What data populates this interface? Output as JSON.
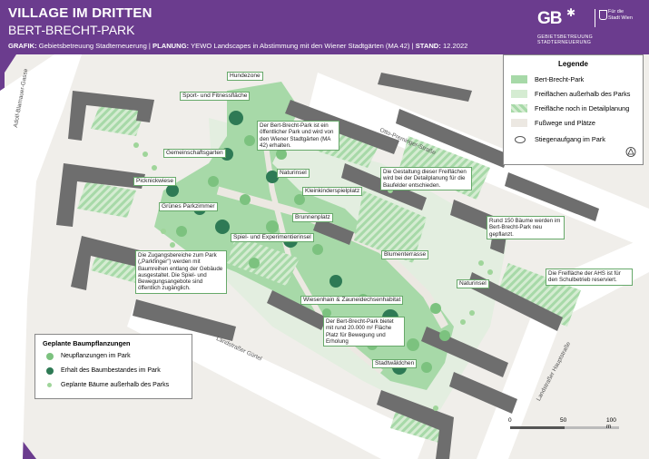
{
  "header": {
    "title": "VILLAGE IM DRITTEN",
    "subtitle": "BERT-BRECHT-PARK",
    "credits": {
      "grafik_label": "GRAFIK:",
      "grafik_value": "Gebietsbetreuung Stadterneuerung | ",
      "planung_label": "PLANUNG:",
      "planung_value": "YEWO Landscapes in Abstimmung mit den Wiener Stadtgärten (MA 42) | ",
      "stand_label": "STAND:",
      "stand_value": "12.2022"
    },
    "logo_line1": "GEBIETSBETREUUNG",
    "logo_line2": "STADTERNEUERUNG",
    "wien_line1": "Für die",
    "wien_line2": "Stadt Wien"
  },
  "colors": {
    "purple": "#6b3c8e",
    "park_green": "#a7d9a8",
    "open_space": "#d5ecd2",
    "path_gray": "#ece8e2",
    "building": "#6e6e6e",
    "tree_new": "#7cc27f",
    "tree_existing": "#2e7a55",
    "tree_outside": "#9fd59a"
  },
  "legend": {
    "title": "Legende",
    "items": [
      {
        "label": "Bert-Brecht-Park",
        "type": "park"
      },
      {
        "label": "Freiflächen außerhalb des Parks",
        "type": "open"
      },
      {
        "label": "Freifläche noch in Detailplanung",
        "type": "hatch"
      },
      {
        "label": "Fußwege und Plätze",
        "type": "path"
      },
      {
        "label": "Stiegenaufgang im Park",
        "type": "stairs"
      }
    ]
  },
  "tree_legend": {
    "title": "Geplante Baumpflanzungen",
    "items": [
      {
        "label": "Neupflanzungen im Park"
      },
      {
        "label": "Erhalt des Baumbestandes im Park"
      },
      {
        "label": "Geplante Bäume außerhalb des Parks"
      }
    ]
  },
  "labels": {
    "hundezone": "Hundezone",
    "sport": "Sport- und Fitnessfläche",
    "gemeinschaftsgarten": "Gemeinschaftsgarten",
    "picknickwiese": "Picknickwiese",
    "naturinsel1": "Naturinsel",
    "kleinkinder": "Kleinkinderspielplatz",
    "gruenes": "Grünes Parkzimmer",
    "brunnenplatz": "Brunnenplatz",
    "spiel": "Spiel- und Experimentierinsel",
    "blumenterrasse": "Blumenterrasse",
    "naturinsel2": "Naturinsel",
    "wiesenhain": "Wiesenhain & Zauneidechsenhabitat",
    "stadtwaeldchen": "Stadtwäldchen"
  },
  "notes": {
    "oeffentlich": "Der Bert-Brecht-Park ist ein öffentlicher Park und wird von den Wiener Stadtgärten (MA 42) erhalten.",
    "gestaltung": "Die Gestaltung dieser Freiflächen wird bei der Detailplanung für die Baufelder entschieden.",
    "baeume": "Rund 150 Bäume werden im Bert-Brecht-Park neu gepflanzt.",
    "ahs": "Die Freifläche der AHS ist für den Schulbetrieb reserviert.",
    "zugang": "Die Zugangsbereiche zum Park („Parkfinger\") werden mit Baumreihen entlang der Gebäude ausgestaltet. Die Spiel- und Bewegungsangebote sind öffentlich zugänglich.",
    "flaeche": "Der Bert-Brecht-Park bietet mit rund 20.000 m² Fläche Platz für Bewegung und Erholung"
  },
  "streets": {
    "adolf": "Adolf-Blamauer-Gasse",
    "otto": "Otto-Preminger-Straße",
    "guertel": "Landstraßer Gürtel",
    "hauptstrasse": "Landstraßer Hauptstraße"
  },
  "scale": {
    "s0": "0",
    "s50": "50",
    "s100": "100 m"
  }
}
